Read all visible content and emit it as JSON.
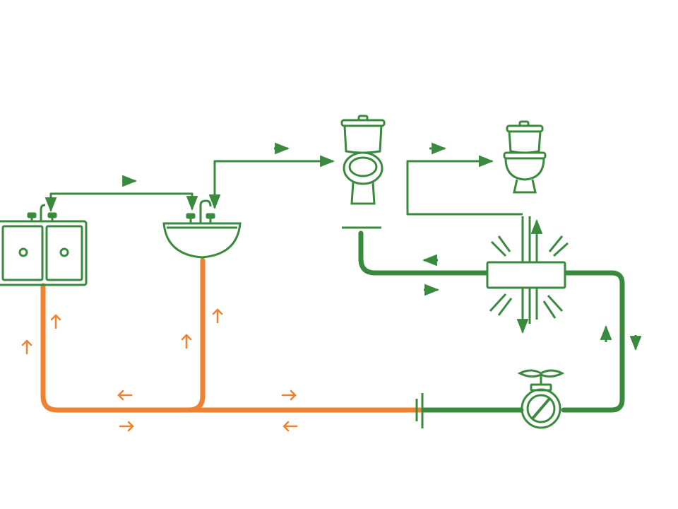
{
  "diagram": {
    "type": "plumbing-flow-diagram",
    "colors": {
      "background": "#ffffff",
      "supply_line": "#3a8a3e",
      "drain_line": "#ee8232",
      "icon_stroke": "#3a8a3e",
      "arrow_green": "#3a8a3e",
      "arrow_orange": "#ee8232"
    },
    "fixtures": [
      {
        "id": "kitchen-sink",
        "icon": "double-basin-sink-icon"
      },
      {
        "id": "bathroom-sink",
        "icon": "pedestal-sink-icon"
      },
      {
        "id": "toilet-1",
        "icon": "toilet-icon"
      },
      {
        "id": "toilet-2",
        "icon": "toilet-icon"
      },
      {
        "id": "manifold",
        "icon": "distribution-manifold-icon"
      },
      {
        "id": "main-valve",
        "icon": "shutoff-valve-icon"
      }
    ],
    "flow_directions": {
      "supply": "right",
      "drain": "left"
    }
  }
}
